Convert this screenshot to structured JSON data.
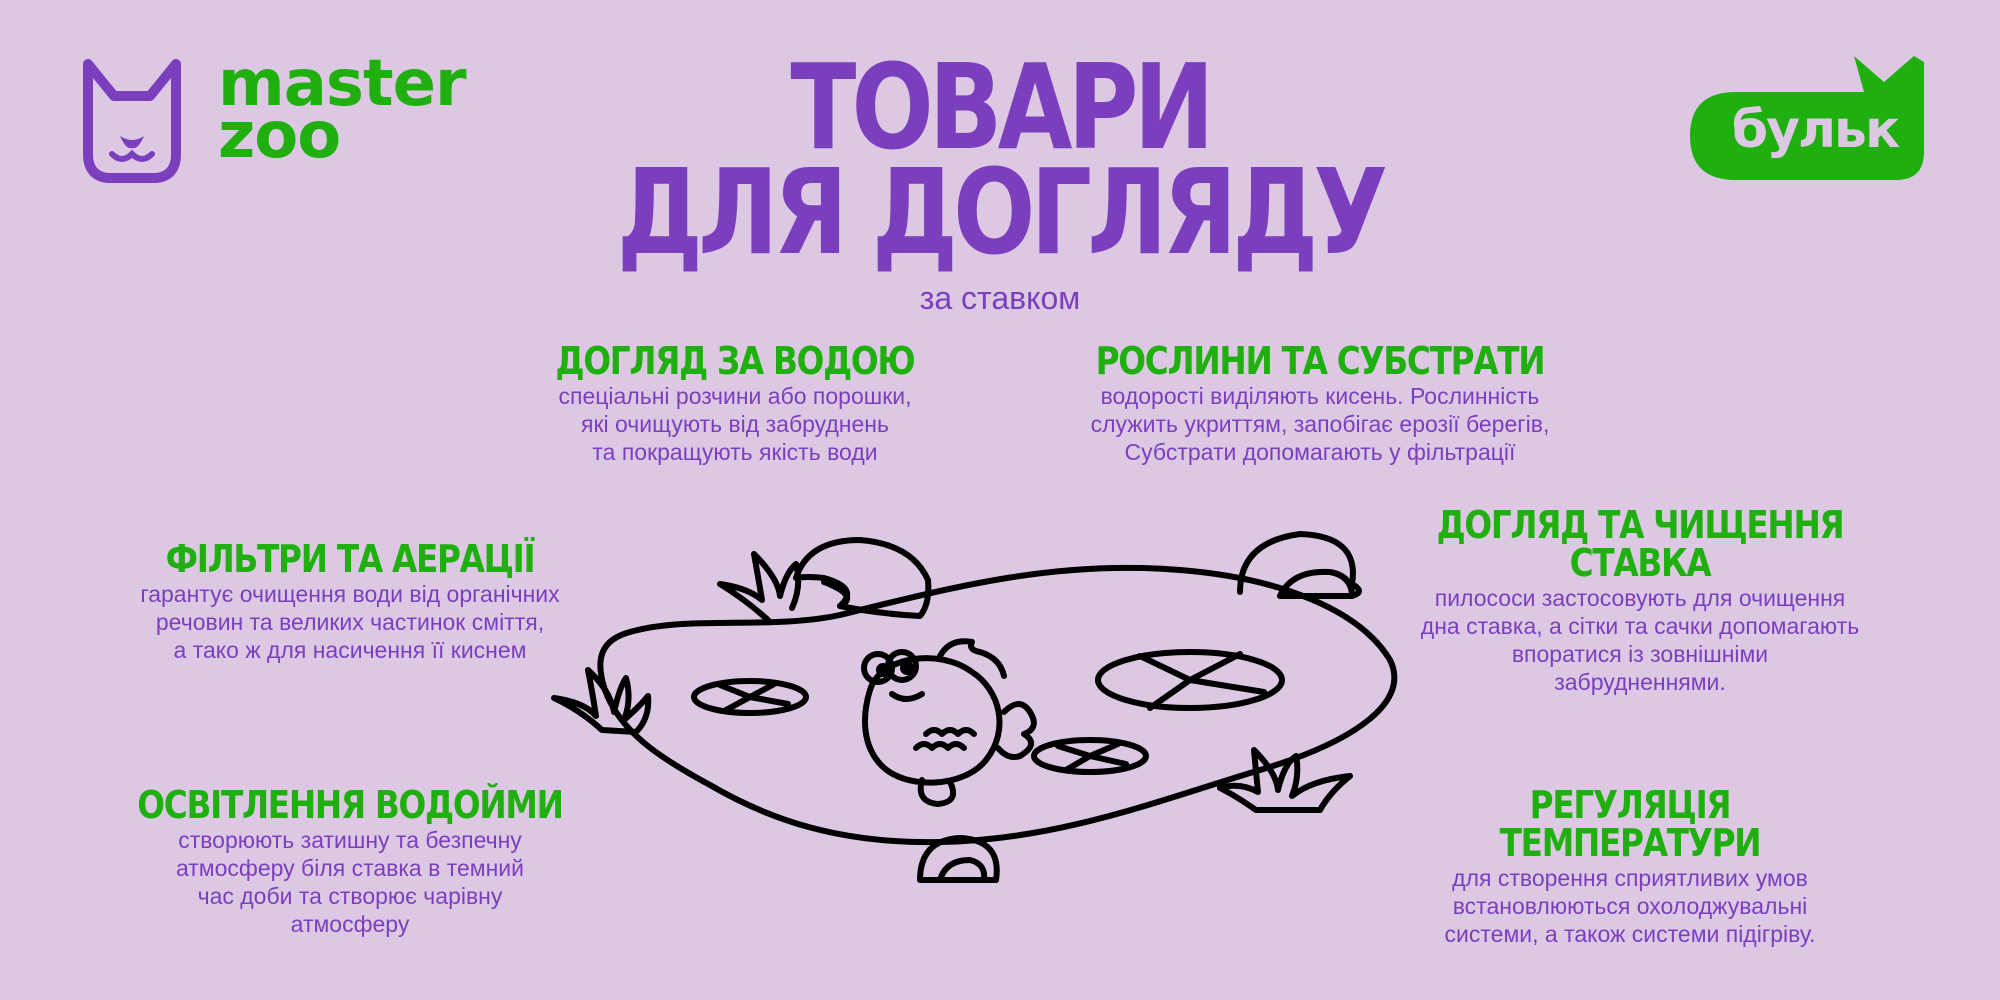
{
  "logo": {
    "line1": "master",
    "line2": "zoo",
    "icon": "cat-head-icon"
  },
  "header": {
    "title_line1": "ТОВАРИ",
    "title_line2": "ДЛЯ ДОГЛЯДУ",
    "subtitle": "за ставком"
  },
  "badge": {
    "label": "бульк"
  },
  "sections": {
    "water": {
      "title": "ДОГЛЯД ЗА ВОДОЮ",
      "lines": [
        "спеціальні розчини або порошки,",
        "які очищують від забруднень",
        "та покращують якість води"
      ]
    },
    "plants": {
      "title": "РОСЛИНИ ТА СУБСТРАТИ",
      "lines": [
        "водорості виділяють кисень. Рослинність",
        "служить укриттям, запобігає ерозії берегів,",
        "Субстрати допомагають у фільтрації"
      ]
    },
    "filters": {
      "title": "ФІЛЬТРИ ТА АЕРАЦІЇ",
      "lines": [
        "гарантує очищення води від органічних",
        "речовин та великих частинок сміття,",
        "а тако ж для насичення її киснем"
      ]
    },
    "cleaning": {
      "title_line1": "ДОГЛЯД ТА ЧИЩЕННЯ",
      "title_line2": "СТАВКА",
      "lines": [
        "пилососи застосовують для очищення",
        "дна ставка, а сітки та сачки допомагають",
        "впоратися із зовнішніми",
        "забрудненнями."
      ]
    },
    "lighting": {
      "title": "ОСВІТЛЕННЯ ВОДОЙМИ",
      "lines": [
        "створюють затишну та безпечну",
        "атмосферу біля ставка в темний",
        "час доби та створює чарівну",
        "атмосферу"
      ]
    },
    "temperature": {
      "title": "РЕГУЛЯЦІЯ ТЕМПЕРАТУРИ",
      "lines": [
        "для створення сприятливих умов",
        "встановлюються охолоджувальні",
        "системи, а також системи підігріву."
      ]
    }
  },
  "illustration": {
    "icon": "pond-with-fish-illustration"
  },
  "colors": {
    "background": "#dcc8e3",
    "purple": "#7b3fbe",
    "green": "#1fb00f"
  }
}
